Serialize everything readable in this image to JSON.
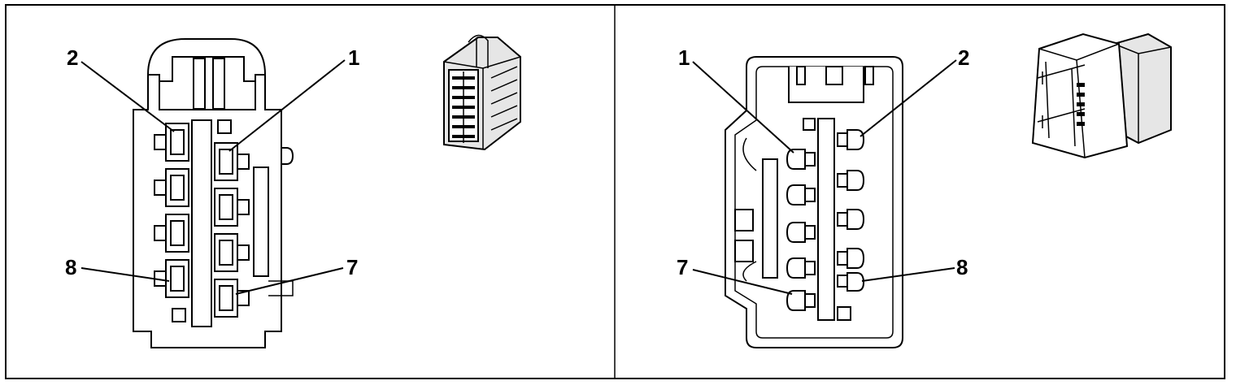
{
  "panels": [
    {
      "id": "left",
      "view": "harness-connector-face",
      "callouts": [
        {
          "pin": "2"
        },
        {
          "pin": "1"
        },
        {
          "pin": "8"
        },
        {
          "pin": "7"
        }
      ]
    },
    {
      "id": "right",
      "view": "component-connector-face",
      "callouts": [
        {
          "pin": "1"
        },
        {
          "pin": "2"
        },
        {
          "pin": "7"
        },
        {
          "pin": "8"
        }
      ]
    }
  ]
}
